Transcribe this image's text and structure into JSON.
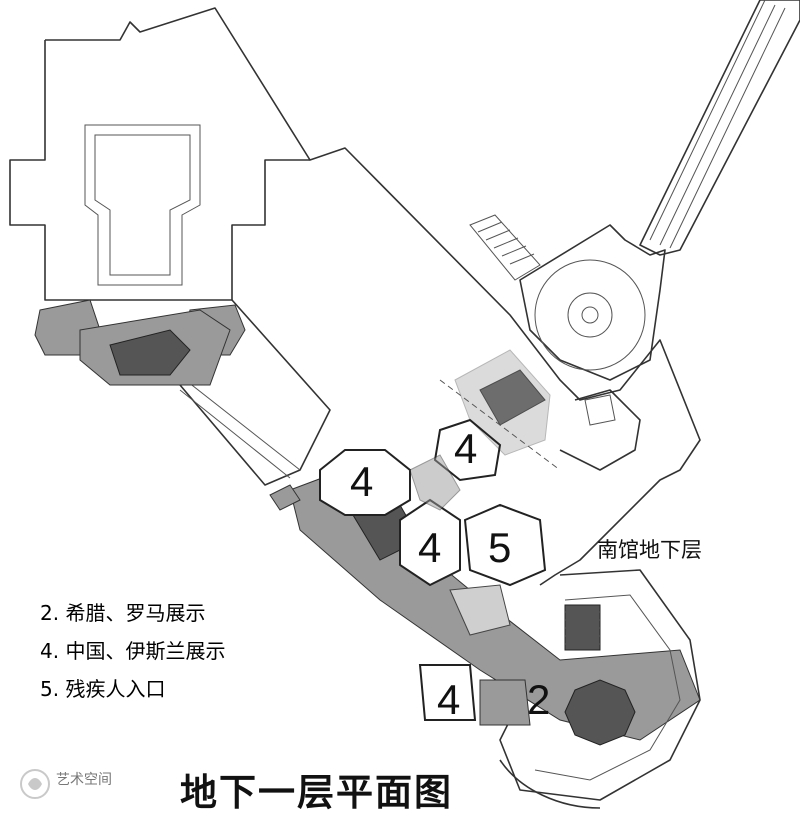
{
  "rooms": {
    "r4a": "4",
    "r4b": "4",
    "r4c": "4",
    "r4d": "4",
    "r5": "5",
    "r2": "2"
  },
  "south_hall_label": "南馆地下层",
  "legend": [
    "2. 希腊、罗马展示",
    "4. 中国、伊斯兰展示",
    "5. 残疾人入口"
  ],
  "title": "地下一层平面图",
  "watermark": "艺术空间",
  "icons": [
    "watermark-logo-icon"
  ]
}
